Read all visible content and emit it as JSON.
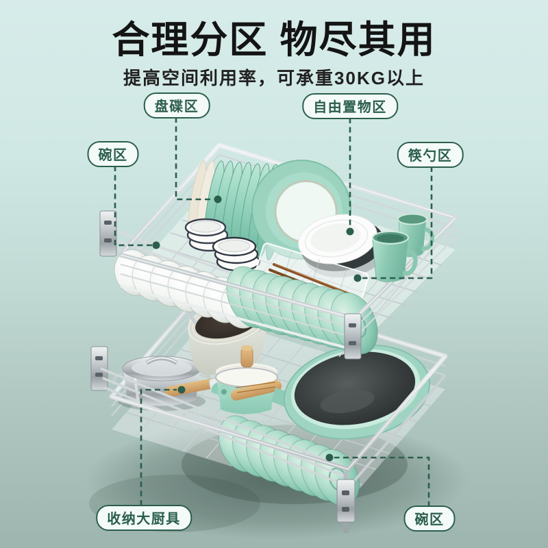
{
  "header": {
    "title": "合理分区 物尽其用",
    "subtitle": "提高空间利用率，可承重30KG以上"
  },
  "callouts": {
    "plate_zone": "盘碟区",
    "free_storage_zone": "自由置物区",
    "bowl_zone_top": "碗区",
    "chopstick_spoon_zone": "筷勺区",
    "big_utensil_zone": "收纳大厨具",
    "bowl_zone_bottom": "碗区"
  },
  "colors": {
    "accent": "#2b5e4d",
    "pill_bg": "#f3faf7",
    "title": "#141414",
    "bg_top": "#d7ecea",
    "bg_bottom": "#9db5ae"
  }
}
